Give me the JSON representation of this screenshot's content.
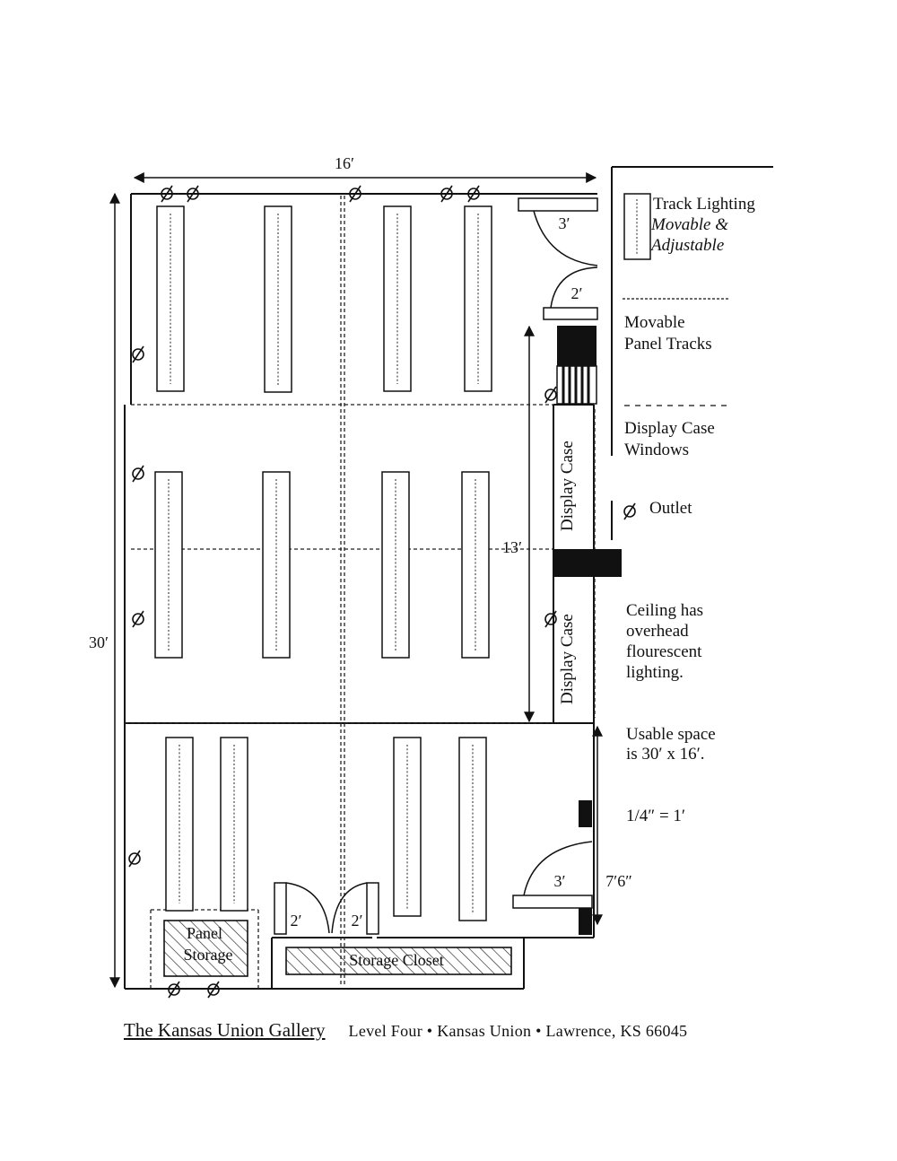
{
  "dimensions": {
    "width": "16′",
    "height": "30′",
    "panel_span": "13′",
    "entry_span": "7′6″",
    "door_top": "3′",
    "door_top_small": "2′",
    "door_entry": "3′",
    "door_left": "2′",
    "door_right": "2′"
  },
  "labels": {
    "display_case_upper": "Display Case",
    "display_case_lower": "Display Case",
    "panel_storage_line1": "Panel",
    "panel_storage_line2": "Storage",
    "storage_closet": "Storage Closet"
  },
  "legend": {
    "track_lighting_line1": "Track Lighting",
    "track_lighting_line2": "Movable &",
    "track_lighting_line3": "Adjustable",
    "panel_tracks_line1": "Movable",
    "panel_tracks_line2": "Panel Tracks",
    "display_windows_line1": "Display Case",
    "display_windows_line2": "Windows",
    "outlet_label": "Outlet",
    "ceiling_line1": "Ceiling has",
    "ceiling_line2": "overhead",
    "ceiling_line3": "flourescent",
    "ceiling_line4": "lighting.",
    "usable_line1": "Usable space",
    "usable_line2": "is 30′ x 16′.",
    "scale": "1/4″ = 1′"
  },
  "footer": {
    "title": "The Kansas Union Gallery",
    "subtitle": "Level Four • Kansas Union • Lawrence, KS 66045"
  },
  "colors": {
    "ink": "#111111",
    "paper": "#ffffff"
  }
}
